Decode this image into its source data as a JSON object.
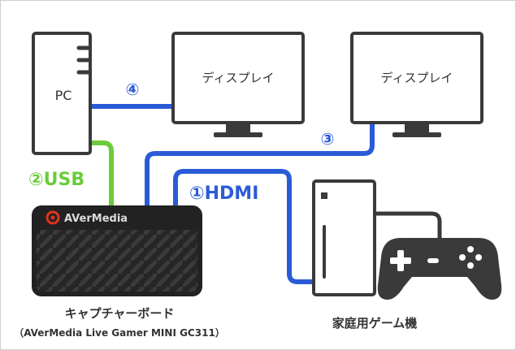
{
  "colors": {
    "device_outline": "#3a3a3a",
    "blue_cable": "#2a5bd7",
    "green_cable": "#6ccb3a",
    "capture_body": "#222222",
    "avermedia_red": "#e2331c"
  },
  "pc": {
    "label": "PC"
  },
  "display_left": {
    "label": "ディスプレイ"
  },
  "display_right": {
    "label": "ディスプレイ"
  },
  "capture_board": {
    "brand": "AVerMedia",
    "label": "キャプチャーボード",
    "model": "（AVerMedia Live Gamer MINI GC311）"
  },
  "console": {
    "label": "家庭用ゲーム機"
  },
  "connections": {
    "c1": "①HDMI",
    "c2": "②USB",
    "c3": "③",
    "c4": "④"
  }
}
